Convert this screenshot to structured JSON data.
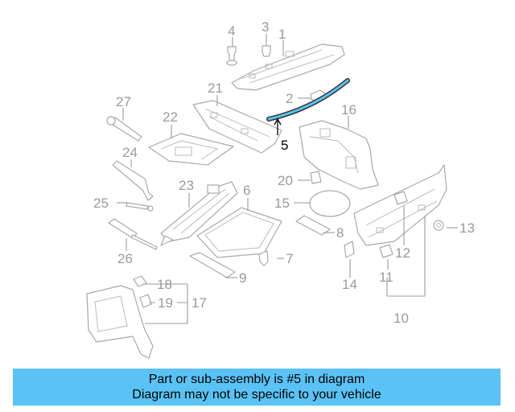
{
  "diagram": {
    "callouts": {
      "c1": "1",
      "c2": "2",
      "c3": "3",
      "c4": "4",
      "c5": "5",
      "c6": "6",
      "c7": "7",
      "c8": "8",
      "c9": "9",
      "c10": "10",
      "c11": "11",
      "c12": "12",
      "c13": "13",
      "c14": "14",
      "c15": "15",
      "c16": "16",
      "c17": "17",
      "c18": "18",
      "c19": "19",
      "c20": "20",
      "c21": "21",
      "c22": "22",
      "c23": "23",
      "c24": "24",
      "c25": "25",
      "c26": "26",
      "c27": "27"
    },
    "highlighted_part": "5",
    "colors": {
      "lines": "#a9a9a9",
      "highlight": "#5bc2f5",
      "banner": "#5bc2f5"
    }
  },
  "banner": {
    "line1": "Part or sub-assembly is #5 in diagram",
    "line2": "Diagram may not be specific to your vehicle"
  }
}
